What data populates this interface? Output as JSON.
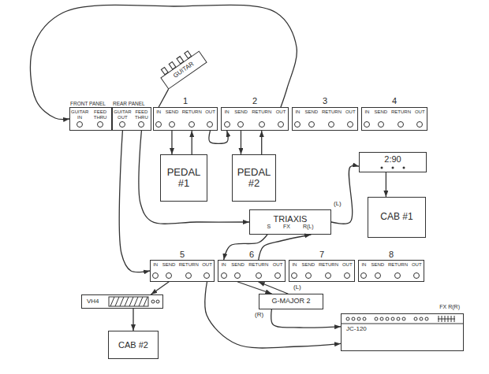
{
  "diagram": {
    "nodes": [
      {
        "text": [
          "GUITAR"
        ]
      },
      {
        "text": [
          "FRONT PANEL",
          "GUITAR IN",
          "FEED THRU"
        ]
      },
      {
        "text": [
          "REAR PANEL",
          "GUITAR OUT",
          "FEED THRU"
        ]
      },
      {
        "text": [
          "1",
          "IN",
          "SEND",
          "RETURN",
          "OUT"
        ]
      },
      {
        "text": [
          "2",
          "IN",
          "SEND",
          "RETURN",
          "OUT"
        ]
      },
      {
        "text": [
          "3",
          "IN",
          "SEND",
          "RETURN",
          "OUT"
        ]
      },
      {
        "text": [
          "4",
          "IN",
          "SEND",
          "RETURN",
          "OUT"
        ]
      },
      {
        "text": [
          "2:90"
        ]
      },
      {
        "text": [
          "PEDAL #1"
        ]
      },
      {
        "text": [
          "PEDAL #2"
        ]
      },
      {
        "text": [
          "CAB #1"
        ]
      },
      {
        "text": [
          "TRIAXIS",
          "S FX R(L)"
        ]
      },
      {
        "text": [
          "5",
          "IN",
          "SEND",
          "RETURN",
          "OUT"
        ]
      },
      {
        "text": [
          "6",
          "IN",
          "SEND",
          "RETURN",
          "OUT"
        ]
      },
      {
        "text": [
          "7",
          "IN",
          "SEND",
          "RETURN",
          "OUT"
        ]
      },
      {
        "text": [
          "8",
          "IN",
          "SEND",
          "RETURN",
          "OUT"
        ]
      },
      {
        "text": [
          "VH4"
        ]
      },
      {
        "text": [
          "G-MAJOR 2"
        ]
      },
      {
        "text": [
          "FX R(R)",
          "JC-120"
        ]
      },
      {
        "text": [
          "CAB #2"
        ]
      }
    ],
    "edges": [
      {
        "from": 0,
        "to": 3,
        "arrow": "none"
      },
      {
        "from": 3,
        "to": 8,
        "arrow": "to"
      },
      {
        "from": 8,
        "to": 3,
        "arrow": "to"
      },
      {
        "from": 3,
        "to": 4,
        "arrow": "to"
      },
      {
        "from": 4,
        "to": 9,
        "arrow": "to"
      },
      {
        "from": 9,
        "to": 4,
        "arrow": "to"
      },
      {
        "from": 4,
        "to": 1,
        "arrow": "to"
      },
      {
        "from": 2,
        "to": 11,
        "arrow": "to"
      },
      {
        "from": 2,
        "to": 12,
        "arrow": "to"
      },
      {
        "from": 11,
        "to": 7,
        "arrow": "to"
      },
      {
        "from": 7,
        "to": 10,
        "arrow": "to"
      },
      {
        "from": 11,
        "to": 13,
        "arrow": "to"
      },
      {
        "from": 13,
        "to": 11,
        "arrow": "to"
      },
      {
        "from": 13,
        "to": 17,
        "arrow": "to"
      },
      {
        "from": 17,
        "to": 13,
        "arrow": "to"
      },
      {
        "from": 12,
        "to": 16,
        "arrow": "to"
      },
      {
        "from": 16,
        "to": 19,
        "arrow": "to"
      },
      {
        "from": 12,
        "to": 18,
        "arrow": "to"
      },
      {
        "from": 17,
        "to": 18,
        "arrow": "to"
      }
    ],
    "labels": [
      "(L)",
      "(L)",
      "(R)"
    ]
  }
}
